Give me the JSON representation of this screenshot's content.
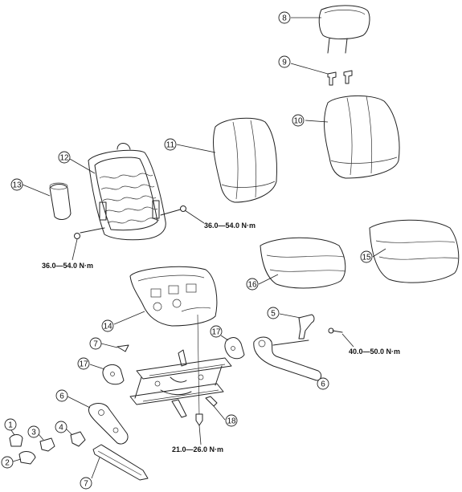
{
  "callouts": {
    "c1": "1",
    "c2": "2",
    "c3": "3",
    "c4": "4",
    "c5": "5",
    "c6a": "6",
    "c6b": "6",
    "c7a": "7",
    "c7b": "7",
    "c8": "8",
    "c9": "9",
    "c10": "10",
    "c11": "11",
    "c12": "12",
    "c13": "13",
    "c14": "14",
    "c15": "15",
    "c16": "16",
    "c17a": "17",
    "c17b": "17",
    "c18": "18"
  },
  "torques": {
    "frame_right": "36.0—54.0 N·m",
    "frame_left": "36.0—54.0 N·m",
    "recliner": "40.0—50.0 N·m",
    "track": "21.0—26.0 N·m"
  },
  "colors": {
    "line": "#222222",
    "background": "#ffffff"
  }
}
